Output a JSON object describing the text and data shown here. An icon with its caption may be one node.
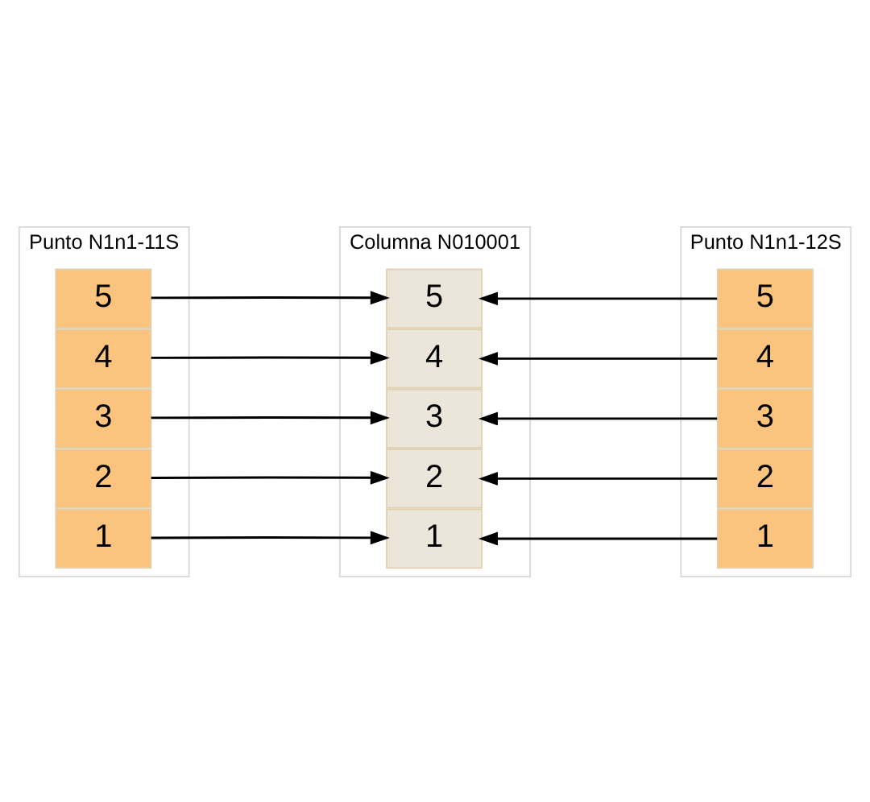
{
  "diagram": {
    "nodes": [
      {
        "text": [
          "Punto N1n1-11S"
        ]
      },
      {
        "text": [
          "5"
        ],
        "in": 0
      },
      {
        "text": [
          "4"
        ],
        "in": 0
      },
      {
        "text": [
          "3"
        ],
        "in": 0
      },
      {
        "text": [
          "2"
        ],
        "in": 0
      },
      {
        "text": [
          "1"
        ],
        "in": 0
      },
      {
        "text": [
          "Columna N010001"
        ]
      },
      {
        "text": [
          "5"
        ],
        "in": 6
      },
      {
        "text": [
          "4"
        ],
        "in": 6
      },
      {
        "text": [
          "3"
        ],
        "in": 6
      },
      {
        "text": [
          "2"
        ],
        "in": 6
      },
      {
        "text": [
          "1"
        ],
        "in": 6
      },
      {
        "text": [
          "Punto N1n1-12S"
        ]
      },
      {
        "text": [
          "5"
        ],
        "in": 12
      },
      {
        "text": [
          "4"
        ],
        "in": 12
      },
      {
        "text": [
          "3"
        ],
        "in": 12
      },
      {
        "text": [
          "2"
        ],
        "in": 12
      },
      {
        "text": [
          "1"
        ],
        "in": 12
      }
    ],
    "edges": [
      {
        "from": 1,
        "to": 7,
        "arrow": "to"
      },
      {
        "from": 2,
        "to": 8,
        "arrow": "to"
      },
      {
        "from": 3,
        "to": 9,
        "arrow": "to"
      },
      {
        "from": 4,
        "to": 10,
        "arrow": "to"
      },
      {
        "from": 5,
        "to": 11,
        "arrow": "to"
      },
      {
        "from": 13,
        "to": 7,
        "arrow": "to"
      },
      {
        "from": 14,
        "to": 8,
        "arrow": "to"
      },
      {
        "from": 15,
        "to": 9,
        "arrow": "to"
      },
      {
        "from": 16,
        "to": 10,
        "arrow": "to"
      },
      {
        "from": 17,
        "to": 11,
        "arrow": "to"
      }
    ]
  }
}
